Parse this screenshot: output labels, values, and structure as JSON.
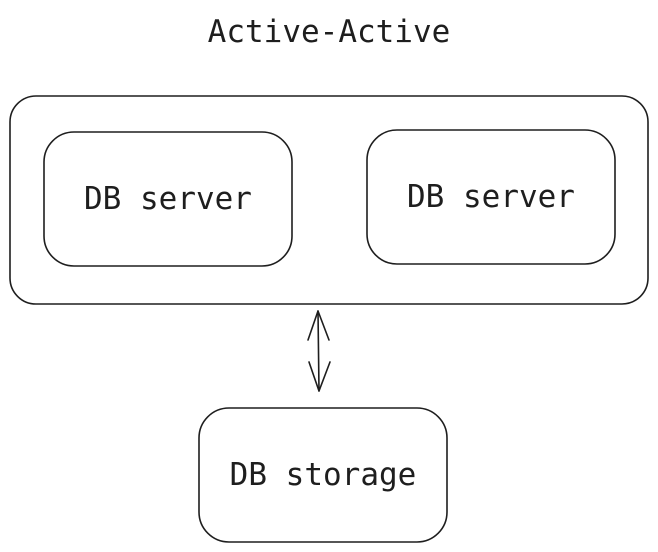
{
  "title": "Active-Active",
  "nodes": {
    "server_left": "DB server",
    "server_right": "DB server",
    "storage": "DB storage"
  },
  "connectors": [
    {
      "from": "cluster",
      "to": "storage",
      "direction": "bidirectional"
    }
  ],
  "colors": {
    "stroke": "#1e1e1e",
    "background": "#ffffff"
  }
}
